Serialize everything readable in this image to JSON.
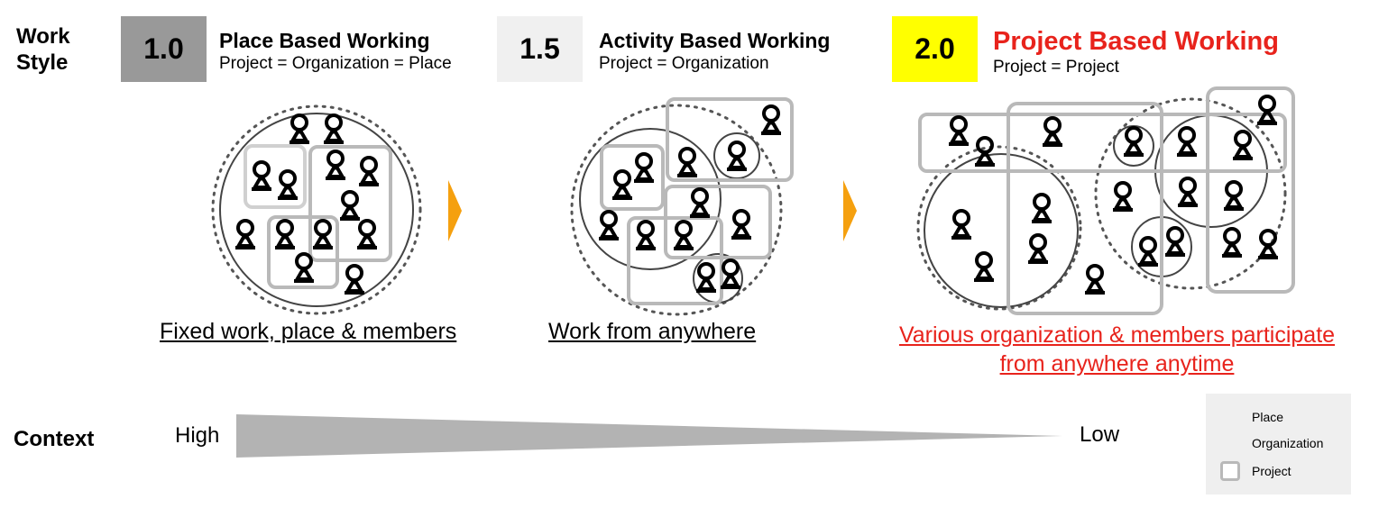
{
  "work_style_label": [
    "Work",
    "Style"
  ],
  "stages": [
    {
      "version": "1.0",
      "title": "Place Based Working",
      "subtitle": "Project = Organization = Place",
      "caption": "Fixed work, place & members",
      "box_color": "#999999"
    },
    {
      "version": "1.5",
      "title": "Activity Based Working",
      "subtitle": "Project = Organization",
      "caption": "Work from anywhere",
      "box_color": "#f0f0f0"
    },
    {
      "version": "2.0",
      "title": "Project Based Working",
      "subtitle": "Project = Project",
      "caption": [
        "Various organization & members participate",
        "from anywhere anytime"
      ],
      "box_color": "#ffff00"
    }
  ],
  "context": {
    "label": "Context",
    "high": "High",
    "low": "Low"
  },
  "legend": [
    {
      "icon": "place-circle-icon",
      "label": "Place"
    },
    {
      "icon": "organization-dotted-circle-icon",
      "label": "Organization"
    },
    {
      "icon": "project-rounded-square-icon",
      "label": "Project"
    }
  ],
  "colors": {
    "accent_red": "#e8231c",
    "arrow_orange": "#f5a00f",
    "project_gray": "#b9b9b9",
    "wedge_gray": "#b3b3b3"
  },
  "icons": {
    "person": "person-keyhole-icon",
    "arrow": "orange-arrow-icon"
  }
}
